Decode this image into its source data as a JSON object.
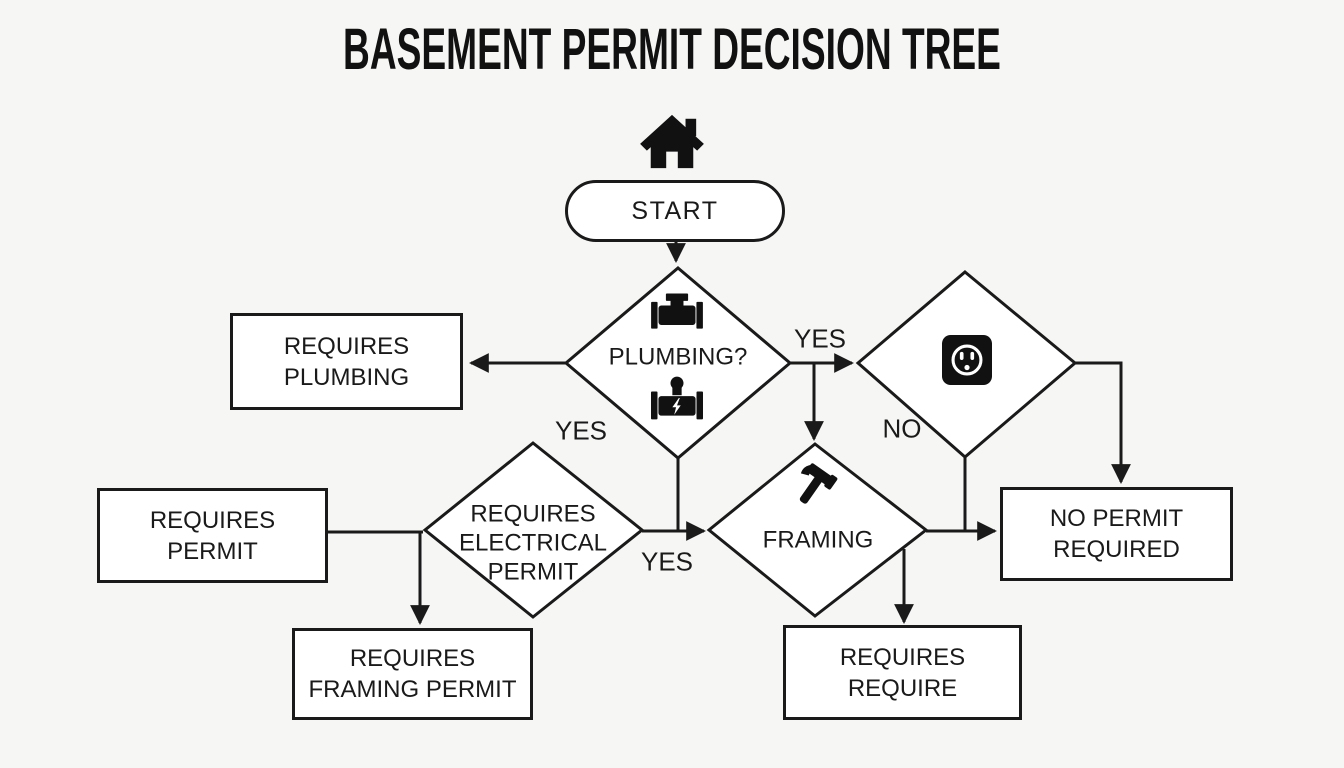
{
  "title": "BASEMENT PERMIT DECISION TREE",
  "colors": {
    "background": "#f6f6f4",
    "node_fill": "#ffffff",
    "line": "#1a1a1a"
  },
  "nodes": {
    "start": {
      "label": "START",
      "icon": "house-icon"
    },
    "plumbing_decision": {
      "label": "PLUMBING?",
      "icons": [
        "pipe-valve-icon",
        "pipe-lightning-icon"
      ]
    },
    "requires_plumbing": {
      "lines": [
        "REQUIRES",
        "PLUMBING"
      ]
    },
    "outlet_decision": {
      "icon": "power-outlet-icon"
    },
    "requires_electrical_permit": {
      "lines": [
        "REQUIRES",
        "ELECTRICAL",
        "PERMIT"
      ]
    },
    "framing_decision": {
      "label": "FRAMING",
      "icon": "hammer-icon"
    },
    "requires_permit": {
      "lines": [
        "REQUIRES",
        "PERMIT"
      ]
    },
    "no_permit_required": {
      "lines": [
        "NO PERMIT",
        "REQUIRED"
      ]
    },
    "requires_framing_permit": {
      "lines": [
        "REQUIRES",
        "FRAMING PERMIT"
      ]
    },
    "requires_require": {
      "lines": [
        "REQUIRES",
        "REQUIRE"
      ]
    }
  },
  "edge_labels": {
    "plumbing_yes_left": "YES",
    "plumbing_yes_right": "YES",
    "electrical_yes": "YES",
    "outlet_no": "NO"
  }
}
